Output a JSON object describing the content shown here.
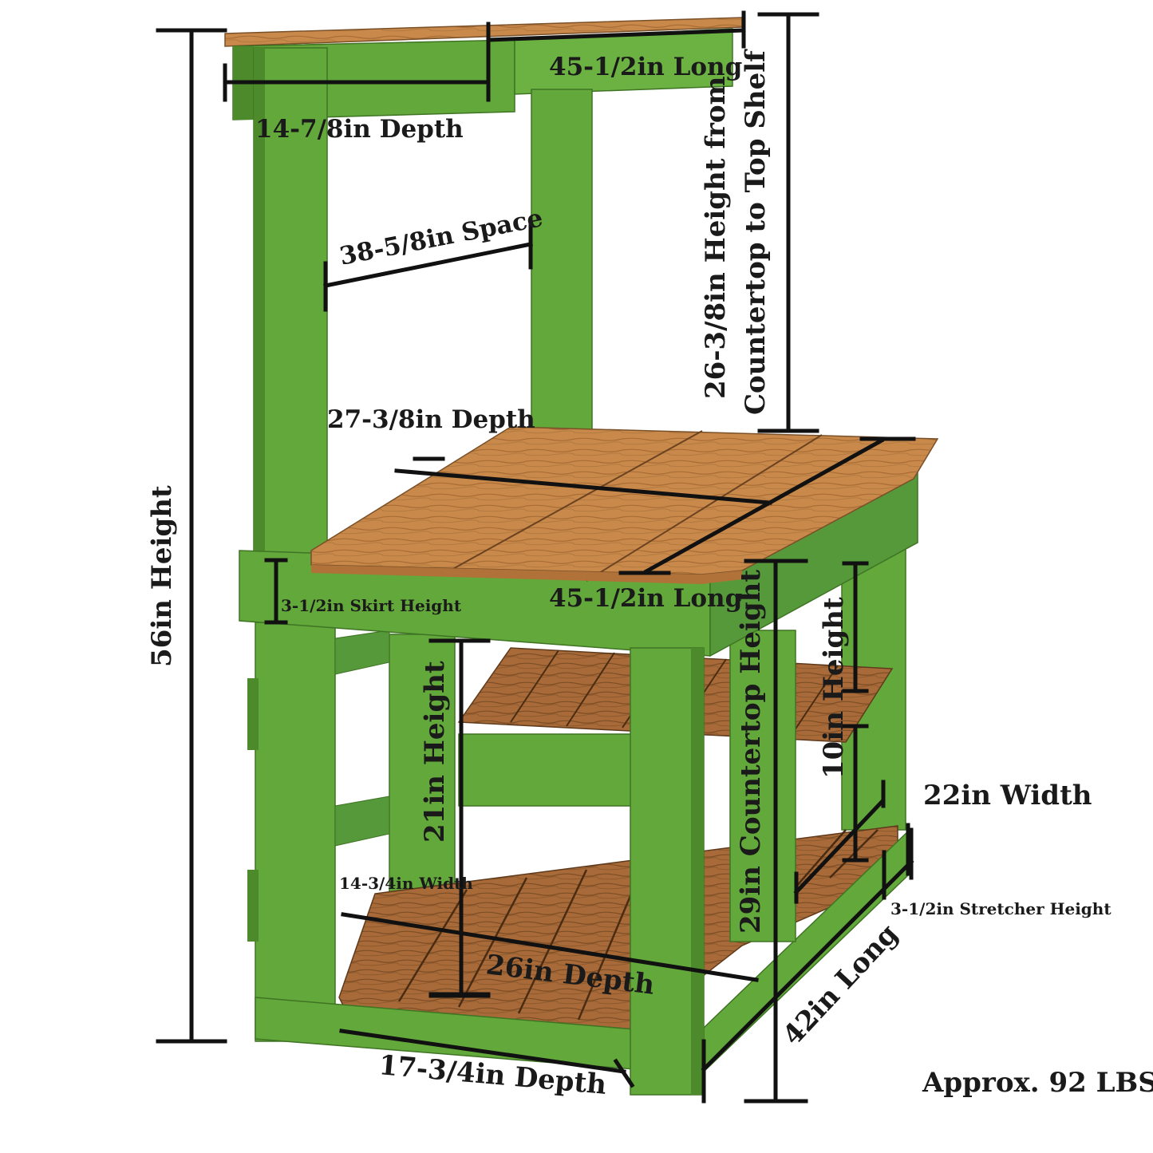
{
  "colors": {
    "frame_green": "#62a83a",
    "frame_dark": "#4c8a2c",
    "wood_top": "#c9894a",
    "wood_dark": "#8a5a30",
    "wood_shelf": "#b5773f",
    "ink": "#111111"
  },
  "labels": {
    "top_shelf_long": "45-1/2in Long",
    "top_shelf_depth": "14-7/8in Depth",
    "space": "38-5/8in Space",
    "height_counter_to_top_line1": "26-3/8in Height from",
    "height_counter_to_top_line2": "Countertop to Top Shelf",
    "total_height": "56in Height",
    "counter_depth": "27-3/8in Depth",
    "counter_long": "45-1/2in Long",
    "skirt_height": "3-1/2in Skirt Height",
    "shelf_height_21": "21in Height",
    "countertop_height": "29in Countertop Height",
    "shelf_height_10": "10in Height",
    "width_22": "22in Width",
    "stretcher_height": "3-1/2in Stretcher Height",
    "width_14": "14-3/4in Width",
    "depth_26": "26in Depth",
    "long_42": "42in Long",
    "depth_17": "17-3/4in Depth",
    "weight": "Approx. 92 LBS"
  }
}
